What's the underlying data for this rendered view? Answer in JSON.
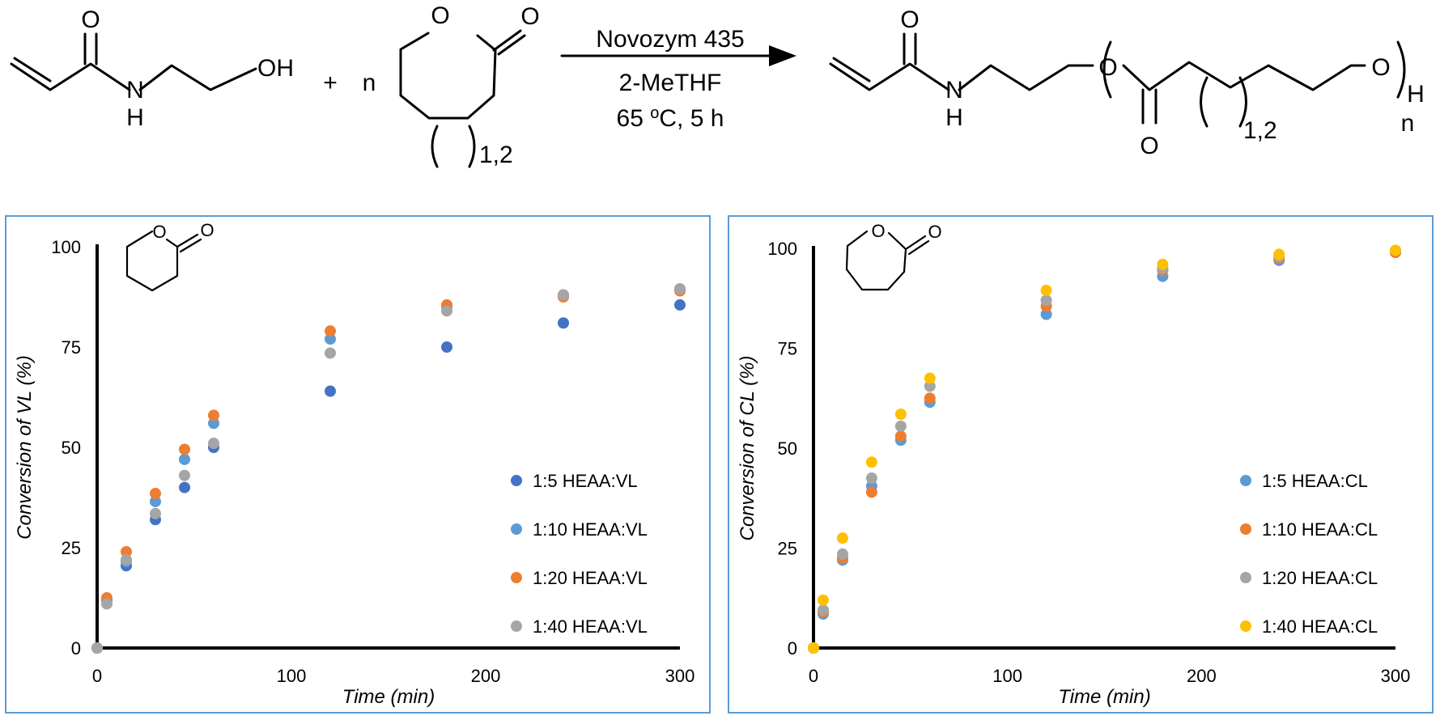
{
  "scheme": {
    "plus": "+",
    "n1": "n",
    "ring_repeat": "1,2",
    "arrow_top": "Novozym 435",
    "arrow_mid": "2-MeTHF",
    "arrow_bottom_a": "65 ",
    "arrow_bottom_sup": "o",
    "arrow_bottom_b": "C, 5 h",
    "product_repeat": "1,2",
    "product_n": "n",
    "sm_atoms": {
      "O": "O",
      "N": "N",
      "H": "H",
      "OH": "OH"
    },
    "prod_atoms": {
      "O": "O",
      "N": "N",
      "H": "H"
    }
  },
  "chart_data": [
    {
      "type": "scatter",
      "xlabel": "Time (min)",
      "ylabel": "Conversion of VL (%)",
      "xlim": [
        0,
        300
      ],
      "ylim": [
        0,
        100
      ],
      "xticks": [
        "0",
        "100",
        "200",
        "300"
      ],
      "yticks": [
        "0",
        "25",
        "50",
        "75",
        "100"
      ],
      "legend_placement": "right",
      "inset_atom": "O",
      "series": [
        {
          "name": "1:5 HEAA:VL",
          "color": "#4472c4",
          "x": [
            0,
            5,
            15,
            30,
            45,
            60,
            120,
            180,
            240,
            300
          ],
          "y": [
            0,
            12,
            20.5,
            32,
            40,
            50,
            64,
            75,
            81,
            85.5
          ]
        },
        {
          "name": "1:10 HEAA:VL",
          "color": "#5b9bd5",
          "x": [
            0,
            5,
            15,
            30,
            45,
            60,
            120,
            180,
            240,
            300
          ],
          "y": [
            0,
            12,
            21.5,
            36.5,
            47,
            56,
            77,
            85,
            88,
            89.5
          ]
        },
        {
          "name": "1:20 HEAA:VL",
          "color": "#ed7d31",
          "x": [
            0,
            5,
            15,
            30,
            45,
            60,
            120,
            180,
            240,
            300
          ],
          "y": [
            0,
            12.5,
            24,
            38.5,
            49.5,
            58,
            79,
            85.5,
            87.5,
            89
          ]
        },
        {
          "name": "1:40 HEAA:VL",
          "color": "#a5a5a5",
          "x": [
            0,
            5,
            15,
            30,
            45,
            60,
            120,
            180,
            240,
            300
          ],
          "y": [
            0,
            11,
            22,
            33.5,
            43,
            51,
            73.5,
            84,
            88,
            89.5
          ]
        }
      ]
    },
    {
      "type": "scatter",
      "xlabel": "Time (min)",
      "ylabel": "Conversion of CL (%)",
      "xlim": [
        0,
        300
      ],
      "ylim": [
        0,
        100
      ],
      "xticks": [
        "0",
        "100",
        "200",
        "300"
      ],
      "yticks": [
        "0",
        "25",
        "50",
        "75",
        "100"
      ],
      "legend_placement": "right",
      "inset_atom": "O",
      "series": [
        {
          "name": "1:5 HEAA:CL",
          "color": "#5b9bd5",
          "x": [
            0,
            5,
            15,
            30,
            45,
            60,
            120,
            180,
            240,
            300
          ],
          "y": [
            0,
            8.5,
            22,
            40.5,
            52,
            61.5,
            83.5,
            93,
            97,
            99
          ]
        },
        {
          "name": "1:10 HEAA:CL",
          "color": "#ed7d31",
          "x": [
            0,
            5,
            15,
            30,
            45,
            60,
            120,
            180,
            240,
            300
          ],
          "y": [
            0,
            9,
            22.5,
            39,
            53,
            62.5,
            85.5,
            94.5,
            97.5,
            99
          ]
        },
        {
          "name": "1:20 HEAA:CL",
          "color": "#a5a5a5",
          "x": [
            0,
            5,
            15,
            30,
            45,
            60,
            120,
            180,
            240,
            300
          ],
          "y": [
            0,
            9.5,
            23.5,
            42.5,
            55.5,
            65.5,
            87,
            95,
            98,
            99.5
          ]
        },
        {
          "name": "1:40 HEAA:CL",
          "color": "#ffc000",
          "x": [
            0,
            5,
            15,
            30,
            45,
            60,
            120,
            180,
            240,
            300
          ],
          "y": [
            0,
            12,
            27.5,
            46.5,
            58.5,
            67.5,
            89.5,
            96,
            98.5,
            99.5
          ]
        }
      ]
    }
  ]
}
